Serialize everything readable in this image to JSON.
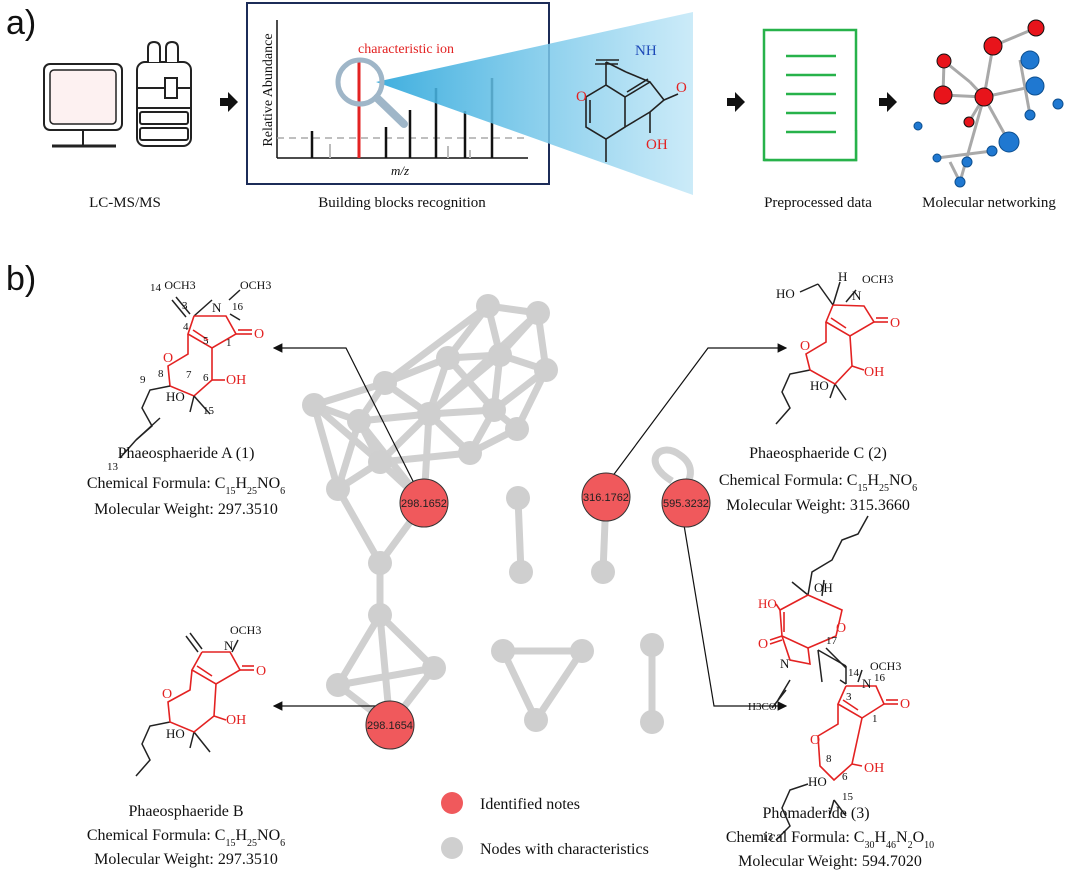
{
  "panels": {
    "a": "a)",
    "b": "b)"
  },
  "workflow": {
    "steps": [
      {
        "label": "LC-MS/MS"
      },
      {
        "label": "Building blocks recognition"
      },
      {
        "label": "Preprocessed data"
      },
      {
        "label": "Molecular networking"
      }
    ],
    "spectrum": {
      "ylabel": "Relative Abundance",
      "xlabel": "m/z",
      "highlight": "characteristic ion"
    },
    "fragment": {
      "nh": "NH",
      "o1": "O",
      "o2": "O",
      "oh": "OH"
    }
  },
  "network": {
    "identified": [
      {
        "mz": "298.1652"
      },
      {
        "mz": "316.1762"
      },
      {
        "mz": "595.3232"
      },
      {
        "mz": "298.1654"
      }
    ],
    "legend": {
      "identified": "Identified notes",
      "characteristic": "Nodes with characteristics"
    }
  },
  "compounds": [
    {
      "name": "Phaeosphaeride A (1)",
      "formula_prefix": "Chemical Formula: C",
      "formula": [
        "15",
        "H",
        "25",
        "NO",
        "6"
      ],
      "mw": "Molecular Weight: 297.3510"
    },
    {
      "name": "Phaeosphaeride C (2)",
      "formula_prefix": "Chemical Formula: C",
      "formula": [
        "15",
        "H",
        "25",
        "NO",
        "6"
      ],
      "mw": "Molecular Weight: 315.3660"
    },
    {
      "name": "Phaeosphaeride B",
      "formula_prefix": "Chemical Formula: C",
      "formula": [
        "15",
        "H",
        "25",
        "NO",
        "6"
      ],
      "mw": "Molecular Weight: 297.3510"
    },
    {
      "name": "Phomaderide (3)",
      "formula_prefix": "Chemical Formula: C",
      "formula": [
        "30",
        "H",
        "46",
        "N",
        "2",
        "O",
        "10"
      ],
      "mw": "Molecular Weight: 594.7020"
    }
  ],
  "atoms": {
    "och3": "OCH3",
    "o": "O",
    "oh": "OH",
    "ho": "HO",
    "h": "H",
    "h3co": "H3CO",
    "n": "N",
    "a_nums": [
      "14",
      "3",
      "16",
      "4",
      "1",
      "5",
      "8",
      "6",
      "9",
      "7",
      "15",
      "13"
    ],
    "d_nums": [
      "17",
      "14",
      "16",
      "3",
      "1",
      "8",
      "6",
      "15",
      "13"
    ]
  },
  "colors": {
    "identified": "#f0595c",
    "node": "#cfcfcf",
    "accent_red": "#e32222",
    "green": "#27b24a",
    "blue": "#2a7bd0"
  }
}
